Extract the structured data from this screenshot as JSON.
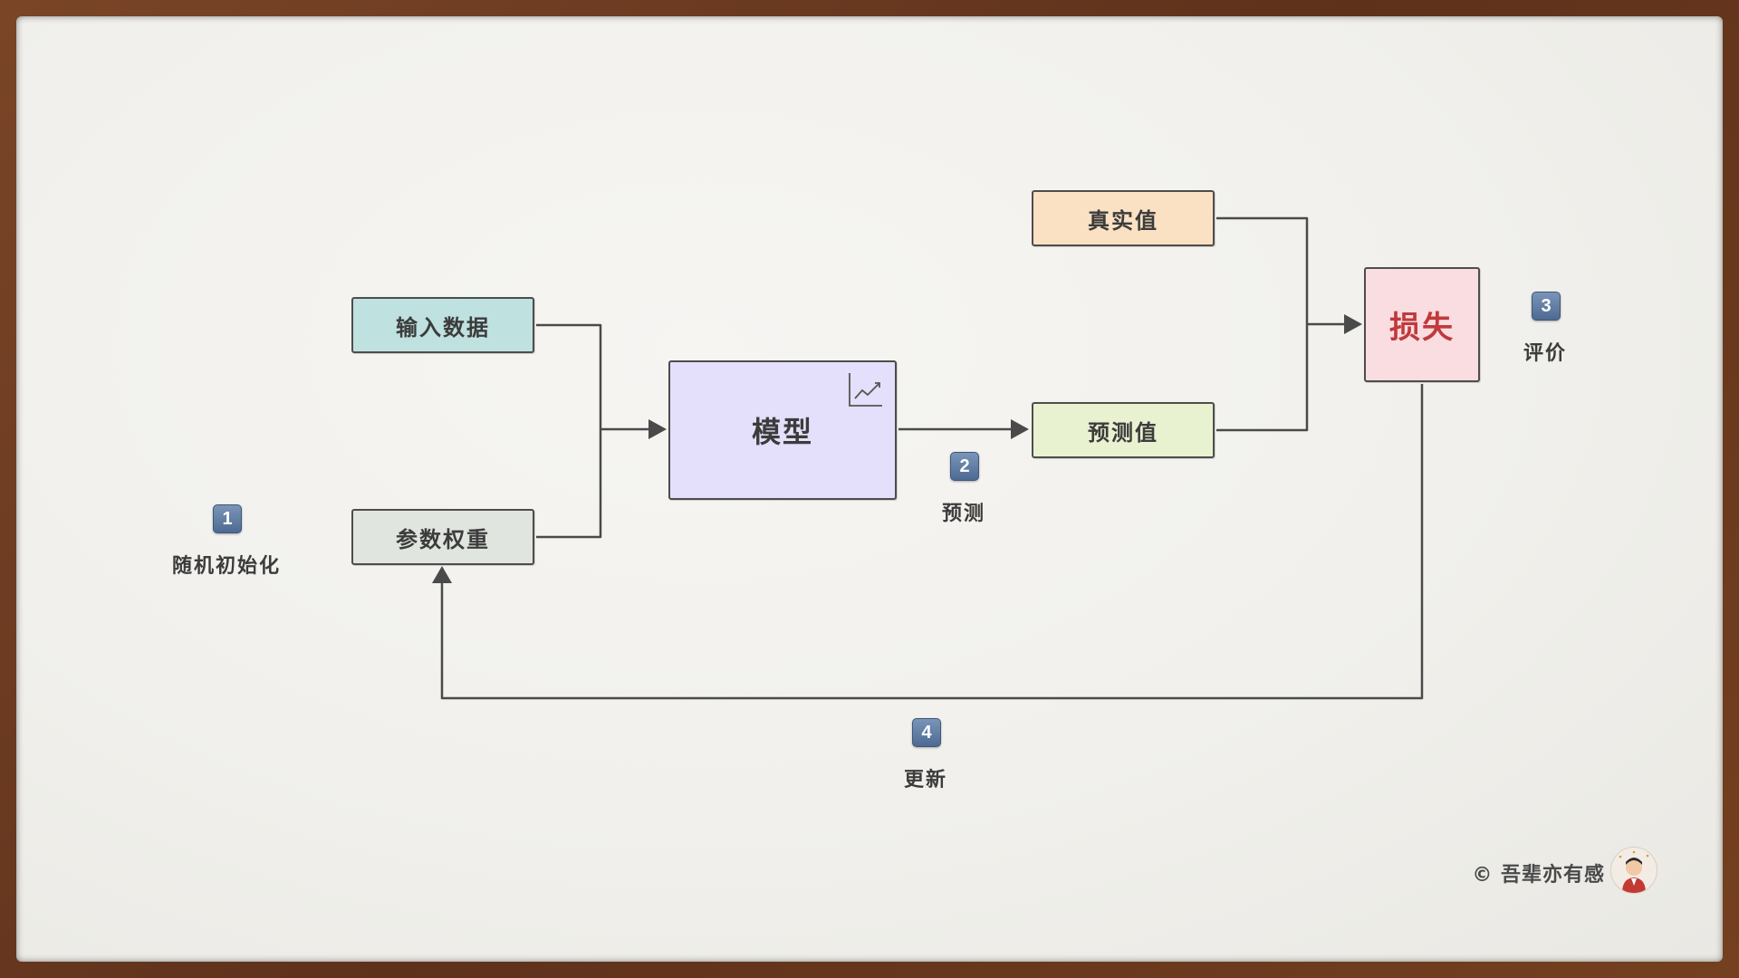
{
  "nodes": {
    "input": "输入数据",
    "weights": "参数权重",
    "model": "模型",
    "truth": "真实值",
    "prediction": "预测值",
    "loss": "损失"
  },
  "steps": [
    {
      "number": "1",
      "label": "随机初始化"
    },
    {
      "number": "2",
      "label": "预测"
    },
    {
      "number": "3",
      "label": "评价"
    },
    {
      "number": "4",
      "label": "更新"
    }
  ],
  "credit": "© 吾辈亦有感",
  "colors": {
    "input_fill": "#bfe1df",
    "weights_fill": "#e1e5e0",
    "model_fill": "#e4e0fb",
    "truth_fill": "#fbe1c3",
    "prediction_fill": "#e9f2d0",
    "loss_fill": "#f9dde0",
    "loss_text": "#c0393c",
    "badge": "#5d7aa1",
    "frame": "#6b3b22"
  },
  "icons": {
    "model": "line-chart-icon",
    "avatar": "avatar-icon"
  }
}
